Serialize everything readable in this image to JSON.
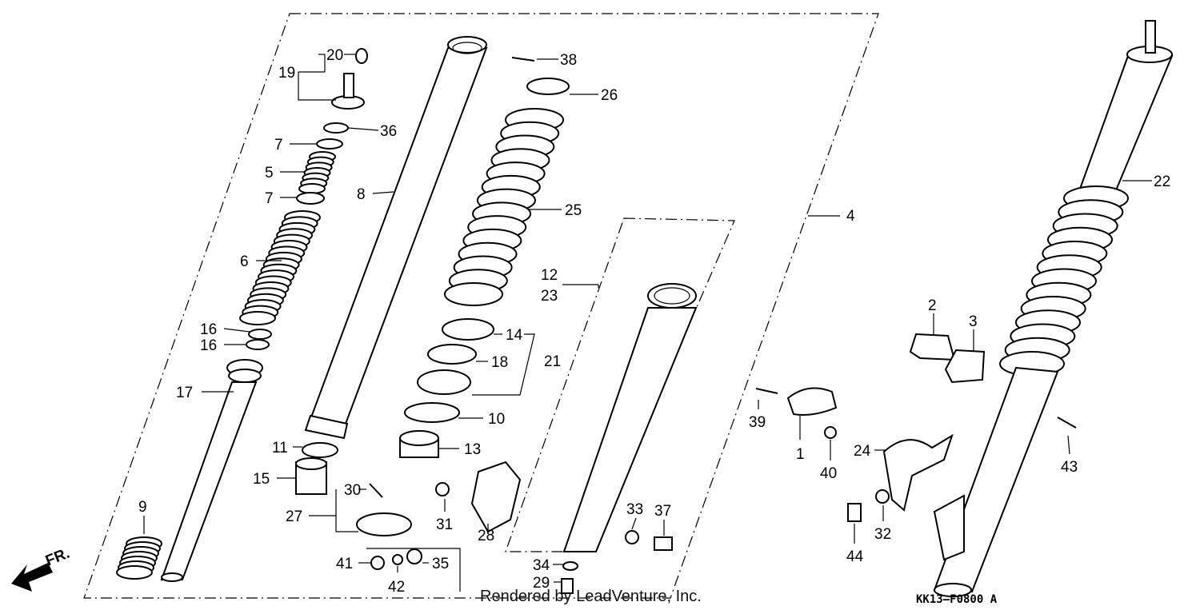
{
  "diagram": {
    "diagram_code": "KK13–F0800 A",
    "credit": "Rendered by LeadVenture, Inc.",
    "direction_label": "FR.",
    "callouts": [
      "1",
      "2",
      "3",
      "4",
      "5",
      "6",
      "7",
      "7",
      "8",
      "9",
      "10",
      "11",
      "12",
      "13",
      "14",
      "15",
      "16",
      "16",
      "17",
      "18",
      "19",
      "20",
      "21",
      "22",
      "23",
      "24",
      "25",
      "26",
      "27",
      "28",
      "29",
      "30",
      "31",
      "32",
      "33",
      "34",
      "35",
      "36",
      "37",
      "38",
      "39",
      "40",
      "41",
      "42",
      "43",
      "44"
    ]
  }
}
